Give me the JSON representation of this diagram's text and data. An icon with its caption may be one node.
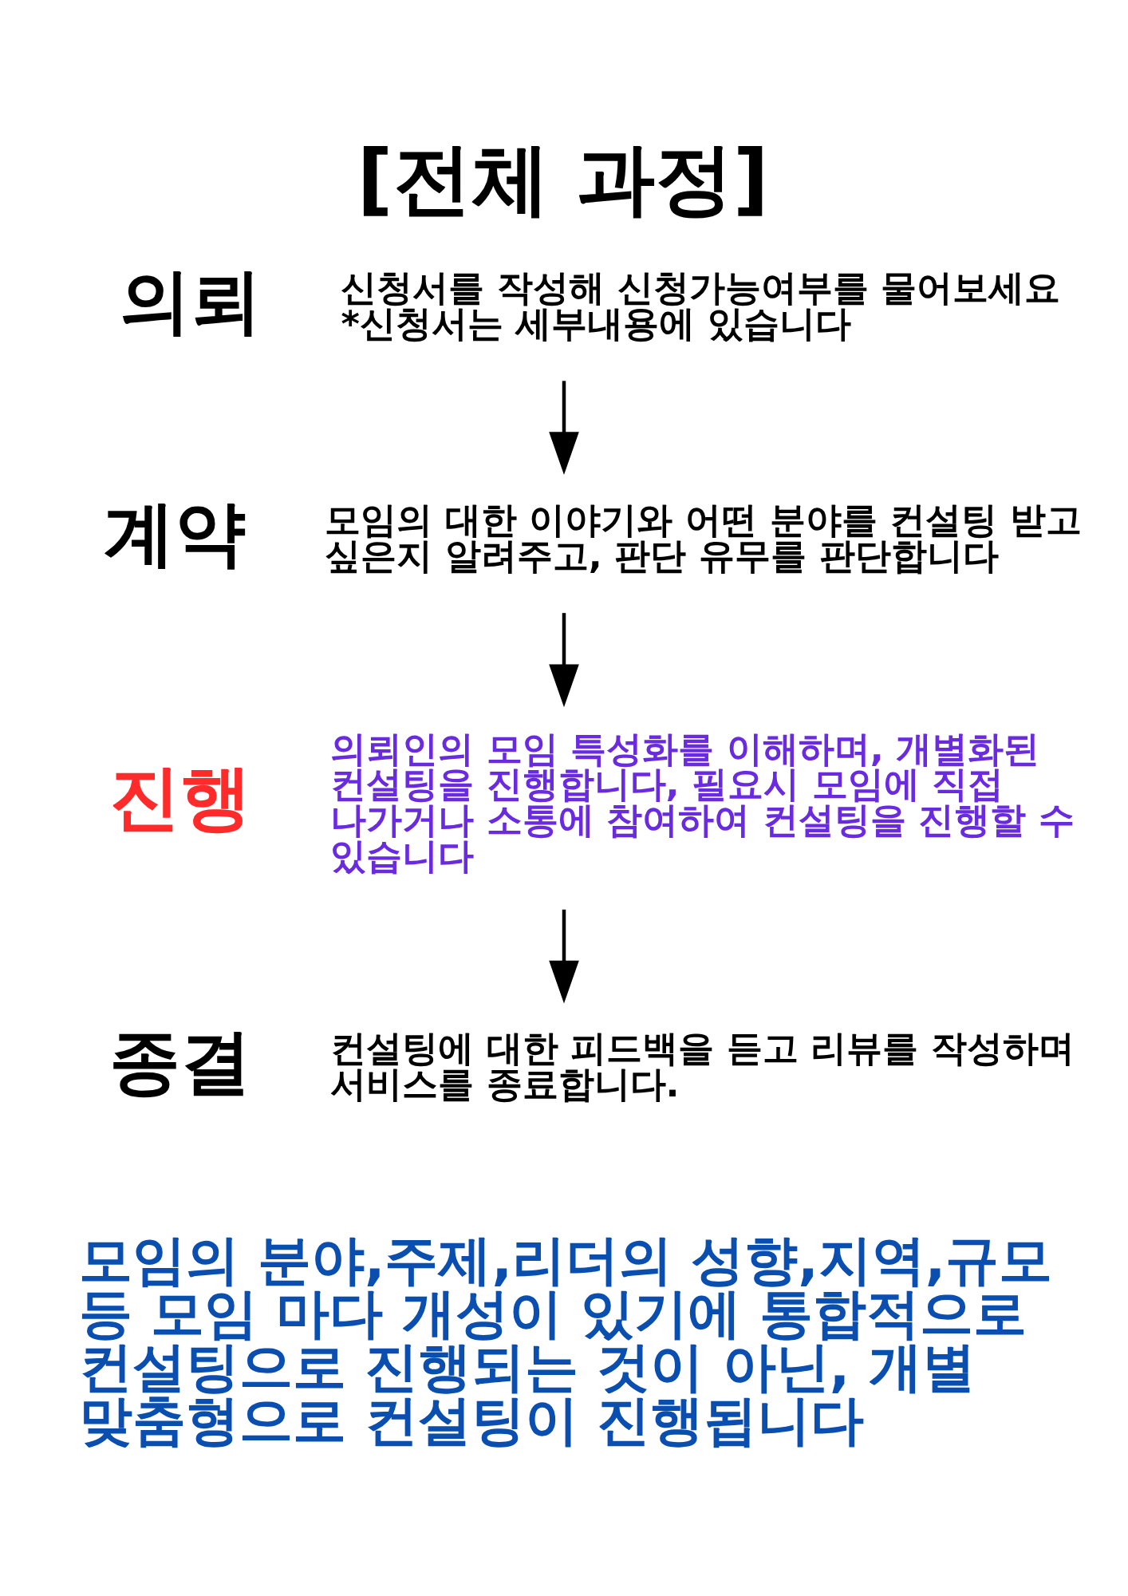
{
  "diagram": {
    "title": "[전체 과정]",
    "nodes": [
      {
        "text": [
          "의뢰"
        ],
        "beside": [
          "신청서를 작성해 신청가능여부를 물어보세요",
          "*신청서는 세부내용에 있습니다"
        ]
      },
      {
        "text": [
          "계약"
        ],
        "beside": [
          "모임의 대한 이야기와 어떤 분야를 컨설팅 받고 싶은지 알려주고, 판단 유무를 판단합니다"
        ]
      },
      {
        "text": [
          "진행"
        ],
        "beside": [
          "의뢰인의 모임 특성화를 이해하며, 개별화된 컨설팅을 진행합니다, 필요시 모임에 직접 나가거나 소통에 참여하여 컨설팅을 진행할 수 있습니다"
        ]
      },
      {
        "text": [
          "종결"
        ],
        "beside": [
          "컨설팅에 대한 피드백을 듣고 리뷰를 작성하며 서비스를 종료합니다."
        ]
      }
    ],
    "edges": [
      {
        "from": 0,
        "to": 1,
        "arrow": "to"
      },
      {
        "from": 1,
        "to": 2,
        "arrow": "to"
      },
      {
        "from": 2,
        "to": 3,
        "arrow": "to"
      }
    ],
    "labels": [
      "모임의 분야,주제,리더의 성향,지역,규모 등 모임 마다 개성이 있기에 통합적으로 컨설팅으로 진행되는 것이 아닌, 개별 맞춤형으로 컨설팅이 진행됩니다"
    ]
  }
}
